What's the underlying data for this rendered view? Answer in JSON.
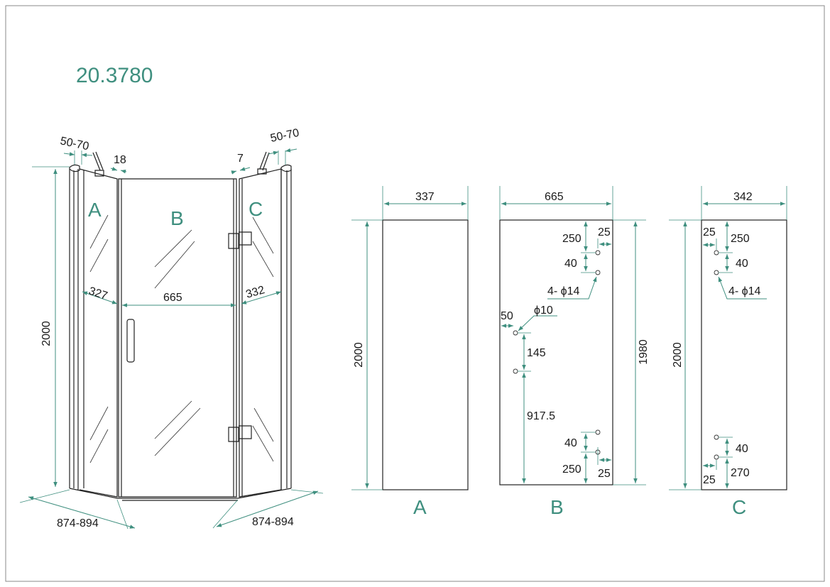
{
  "title": "20.3780",
  "accent_color": "#3f8f7f",
  "overview": {
    "panel_labels": [
      "A",
      "B",
      "C"
    ],
    "height": "2000",
    "wall_adjust_left": "50-70",
    "wall_adjust_right": "50-70",
    "gap_left": "18",
    "gap_right": "7",
    "width_a": "327",
    "width_b": "665",
    "width_c": "332",
    "base_left": "874-894",
    "base_right": "874-894"
  },
  "panel_a": {
    "label": "A",
    "width": "337",
    "height": "2000"
  },
  "panel_b": {
    "label": "B",
    "width": "665",
    "height": "1980",
    "hinge_top_offset": "250",
    "hinge_spacing_top": "40",
    "hinge_edge_offset_top": "25",
    "hinge_holes": "4- ϕ14",
    "handle_hole": "ϕ10",
    "handle_edge_offset": "50",
    "handle_spacing": "145",
    "handle_height": "917.5",
    "hinge_spacing_bottom": "40",
    "hinge_bottom_offset": "250",
    "hinge_edge_offset_bottom": "25"
  },
  "panel_c": {
    "label": "C",
    "width": "342",
    "height": "2000",
    "edge_offset_top": "25",
    "hinge_top_offset": "250",
    "hinge_spacing_top": "40",
    "hinge_holes": "4- ϕ14",
    "hinge_spacing_bottom": "40",
    "hinge_bottom_offset": "270",
    "edge_offset_bottom": "25"
  }
}
